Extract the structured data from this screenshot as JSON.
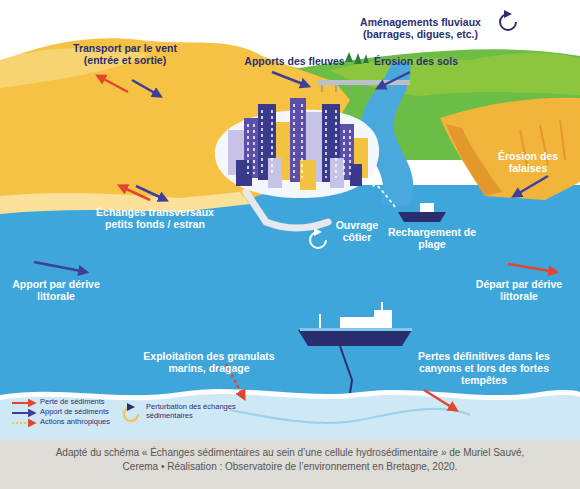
{
  "diagram": {
    "caption": "Adapté du schéma « Échanges sédimentaires au sein d’une cellule hydrosédimentaire » de Muriel Sauvé, Cerema • Réalisation : Observatoire de l’environnement en Bretagne, 2020.",
    "labels": [
      "Transport par le vent (entrée et sortie)",
      "Aménagements fluviaux (barrages, digues, etc.)",
      "Apports des fleuves",
      "Érosion des sols",
      "Érosion des falaises",
      "Échanges transversaux petits fonds / estran",
      "Ouvrage côtier",
      "Rechargement de plage",
      "Apport par dérive littorale",
      "Départ par dérive littorale",
      "Exploitation des granulats marins, dragage",
      "Pertes définitives dans les canyons et lors des fortes tempêtes"
    ],
    "legend": [
      {
        "text": "Perte de sédiments"
      },
      {
        "text": "Apport de sédiments"
      },
      {
        "text": "Actions anthropiques"
      },
      {
        "text": "Perturbation des échanges sédimentaires"
      }
    ]
  }
}
